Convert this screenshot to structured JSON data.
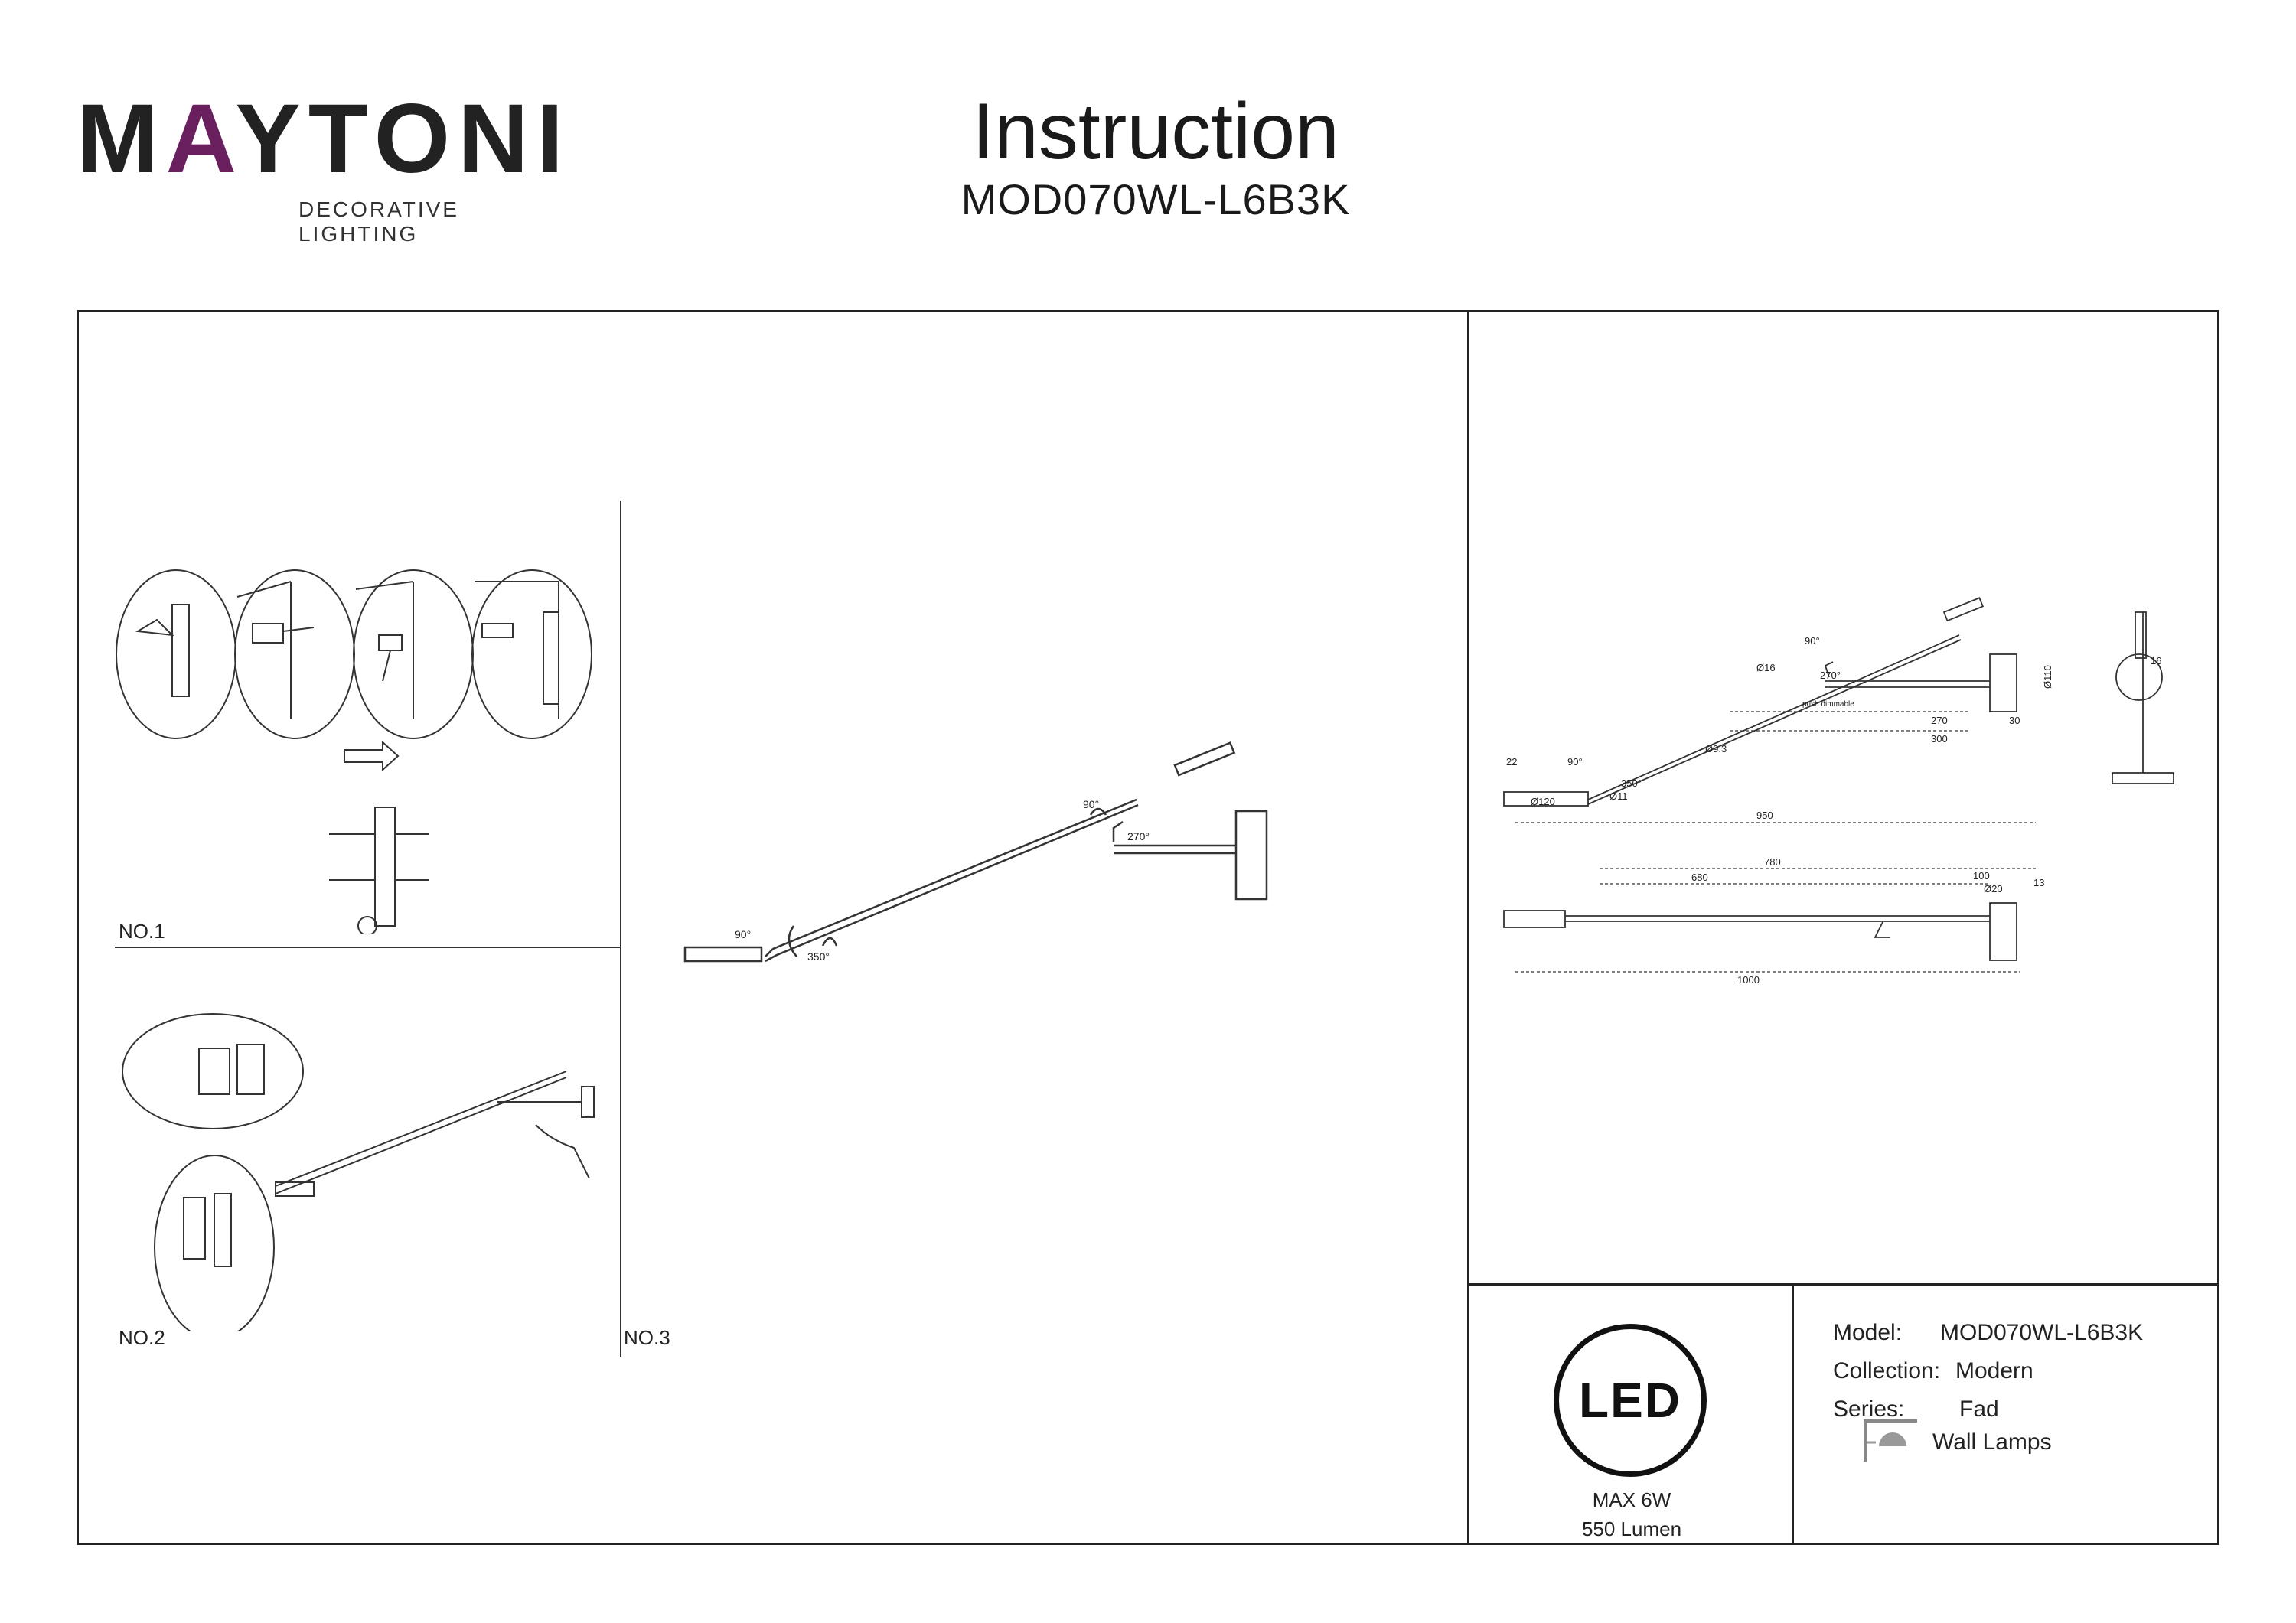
{
  "brand": {
    "name_part1": "M",
    "name_accent": "A",
    "name_part2": "YTONI",
    "tagline": "DECORATIVE LIGHTING"
  },
  "header": {
    "title": "Instruction",
    "model": "MOD070WL-L6B3K"
  },
  "steps": {
    "no1": "NO.1",
    "no2": "NO.2",
    "no3": "NO.3"
  },
  "diagram_no3": {
    "angle_head": "90°",
    "angle_base": "270°",
    "angle_tip": "90°",
    "rotation": "350°"
  },
  "dimensions": {
    "angle_head": "90°",
    "dia16": "Ø16",
    "angle_base": "270°",
    "push_dimmable": "push dimmable",
    "dia110": "Ø110",
    "dim270": "270",
    "dim30": "30",
    "dim300": "300",
    "dia9_3": "Ø9.3",
    "dim22": "22",
    "angle_tip": "90°",
    "rotation": "350°",
    "dia11": "Ø11",
    "dia120": "Ø120",
    "dim950": "950",
    "dim16": "16",
    "dim780": "780",
    "dim680": "680",
    "dim100": "100",
    "dia20": "Ø20",
    "dim13": "13",
    "dim1000": "1000"
  },
  "led_panel": {
    "badge": "LED",
    "power": "MAX 6W",
    "lumen": "550 Lumen"
  },
  "product_info": {
    "model_label": "Model:",
    "model_value": "MOD070WL-L6B3K",
    "collection_label": "Collection:",
    "collection_value": "Modern",
    "series_label": "Series:",
    "series_value": "Fad",
    "type_value": "Wall Lamps",
    "type_icon": "wall-lamp-icon"
  }
}
